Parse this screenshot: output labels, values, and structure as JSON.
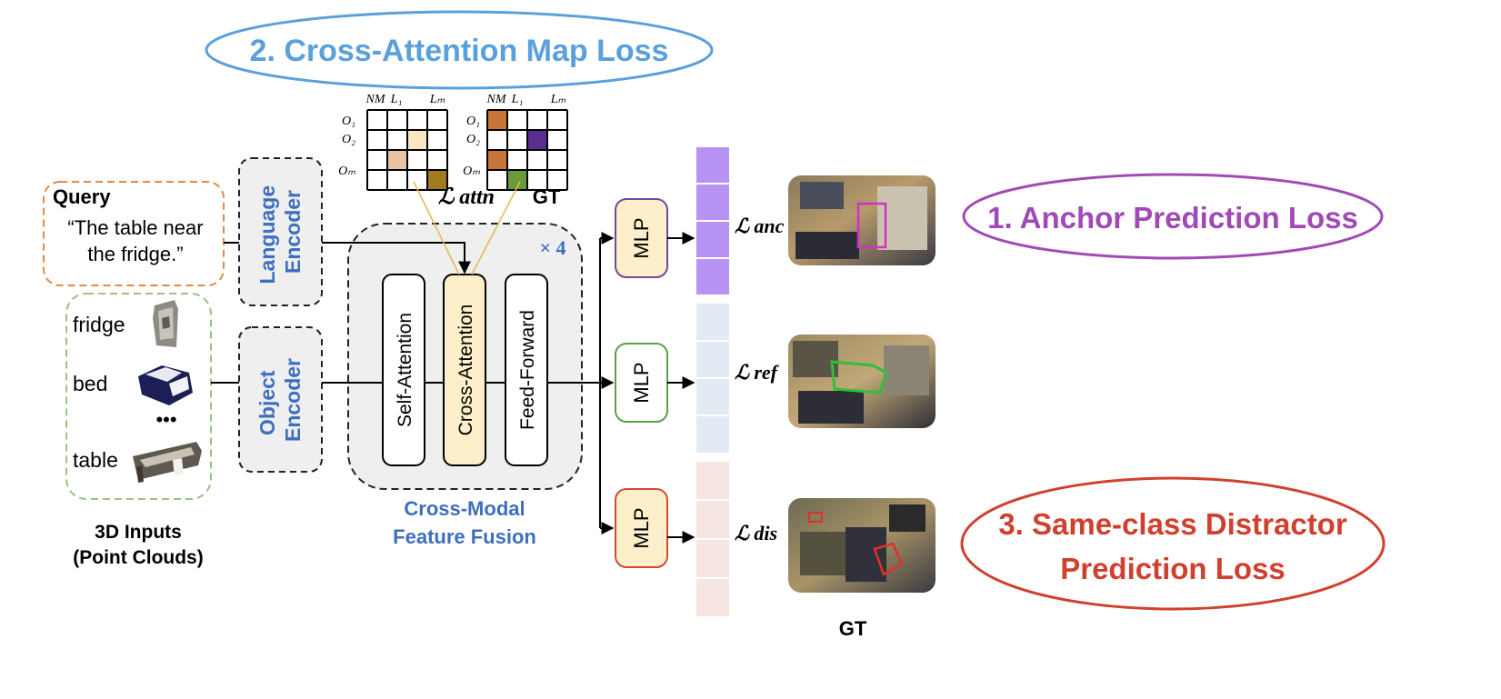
{
  "loss_titles": {
    "cross_attention": "2. Cross-Attention Map Loss",
    "anchor": "1. Anchor Prediction Loss",
    "distractor_line1": "3. Same-class Distractor",
    "distractor_line2": "Prediction Loss"
  },
  "query": {
    "title": "Query",
    "line1": "“The table near",
    "line2": "the fridge.”"
  },
  "encoders": {
    "language_line1": "Language",
    "language_line2": "Encoder",
    "object_line1": "Object",
    "object_line2": "Encoder"
  },
  "inputs": {
    "items": [
      "fridge",
      "bed",
      "table"
    ],
    "ellipsis": "•••",
    "caption_line1": "3D Inputs",
    "caption_line2": "(Point Clouds)"
  },
  "fusion": {
    "blocks": [
      "Self-Attention",
      "Cross-Attention",
      "Feed-Forward"
    ],
    "repeat": "× 4",
    "caption_line1": "Cross-Modal",
    "caption_line2": "Feature Fusion"
  },
  "attention_maps": {
    "column_labels": [
      "NM",
      "L₁",
      "Lₘ"
    ],
    "row_labels": [
      "O₁",
      "O₂",
      "Oₘ"
    ],
    "pred_label": "ℒ attn",
    "gt_label": "GT",
    "pred_cells": [
      {
        "row": 1,
        "col": 2,
        "color": "#f7e7c4"
      },
      {
        "row": 2,
        "col": 1,
        "color": "#e8c2a5"
      },
      {
        "row": 3,
        "col": 3,
        "color": "#a17c1e"
      }
    ],
    "gt_cells": [
      {
        "row": 0,
        "col": 0,
        "color": "#c87539"
      },
      {
        "row": 1,
        "col": 2,
        "color": "#5b2d90"
      },
      {
        "row": 2,
        "col": 0,
        "color": "#c87539"
      },
      {
        "row": 3,
        "col": 1,
        "color": "#6a9b3b"
      }
    ]
  },
  "heads": {
    "mlp_label": "MLP",
    "losses": [
      "ℒ anc",
      "ℒ ref",
      "ℒ dis"
    ],
    "gt_caption": "GT"
  },
  "colors": {
    "cross_attention_title": "#5aa0db",
    "anchor": "#a14ab5",
    "distractor": "#d0402e",
    "encoder_text": "#3e6fbe",
    "query_border": "#e08a4b",
    "inputs_border": "#9cc27f",
    "mlp_anchor_border": "#6b4a9e",
    "mlp_ref_border": "#5aa04a",
    "mlp_dis_border": "#d04a3a",
    "mlp_fill": "#fcefc9",
    "anchor_bar": "#b794f4",
    "ref_bar": "#e4eaf4",
    "dis_bar": "#f6e6e1"
  }
}
